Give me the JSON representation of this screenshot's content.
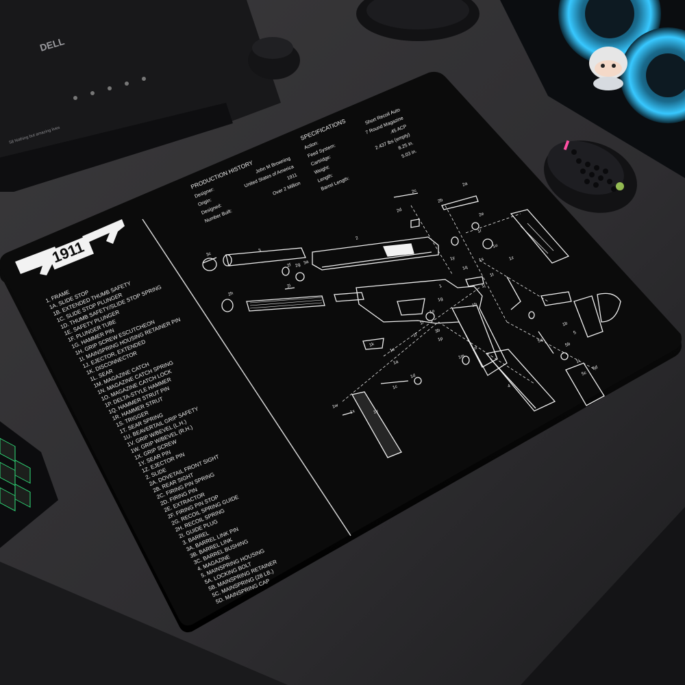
{
  "monitor": {
    "brand": "DELL",
    "label": "58 Nothing but amazing lives"
  },
  "mat": {
    "model": "1911",
    "production": {
      "heading": "PRODUCTION HISTORY",
      "rows": [
        {
          "label": "Designer:",
          "value": "John M Browning"
        },
        {
          "label": "Origin:",
          "value": "United States of America"
        },
        {
          "label": "Designed:",
          "value": "1911"
        },
        {
          "label": "Number Built:",
          "value": "Over 2 Million"
        }
      ]
    },
    "specifications": {
      "heading": "SPECIFICATIONS",
      "rows": [
        {
          "label": "Action:",
          "value": "Short Recoil Auto"
        },
        {
          "label": "Feed System:",
          "value": "7 Round Magazine"
        },
        {
          "label": "Cartridge:",
          "value": ".45 ACP"
        },
        {
          "label": "Weight:",
          "value": "2.437 lbs (empty)"
        },
        {
          "label": "Length:",
          "value": "8.25 in."
        },
        {
          "label": "Barrel Length:",
          "value": "5.03 in."
        }
      ]
    },
    "parts": [
      "1. FRAME",
      "1A. SLIDE STOP",
      "1B. EXTENDED THUMB SAFETY",
      "1C. SLIDE STOP PLUNGER",
      "1D. THUMB SAFETY/SLIDE STOP SPRING",
      "1E. SAFETY PLUNGER",
      "1F. PLUNGER TUBE",
      "1G. HAMMER PIN",
      "1H. GRIP SCREW ESCUTCHEON",
      "1I. MAINSPRING HOUSING RETAINER PIN",
      "1J. EJECTOR, EXTENDED",
      "1K. DISCONNECTOR",
      "1L. SEAR",
      "1M. MAGAZINE CATCH",
      "1N. MAGAZINE CATCH SPRING",
      "1O. MAGAZINE CATCH LOCK",
      "1P. DELTA-STYLE HAMMER",
      "1Q. HAMMER STRUT PIN",
      "1R. HAMMER STRUT",
      "1S. TRIGGER",
      "1T. SEAR SPRING",
      "1U. BEAVERTAIL GRIP SAFETY",
      "1V. GRIP W/BEVEL (L.H.)",
      "1W. GRIP W/BEVEL (R.H.)",
      "1X. GRIP SCREW",
      "1Y. SEAR PIN",
      "1Z. EJECTOR PIN",
      "2. SLIDE",
      "2A. DOVETAIL FRONT SIGHT",
      "2B. REAR SIGHT",
      "2C. FIRING PIN SPRING",
      "2D. FIRING PIN",
      "2E. EXTRACTOR",
      "2F. FIRING PIN STOP",
      "2G. RECOIL SPRING GUIDE",
      "2H. RECOIL SPRING",
      "2I. GUIDE PLUG",
      "3. BARREL",
      "3A. BARREL LINK PIN",
      "3B. BARREL LINK",
      "3C. BARREL BUSHING",
      "4. MAGAZINE",
      "5. MAINSPRING HOUSING",
      "5A. LOCKING BOLT",
      "5B. MAINSPRING RETAINER",
      "5C. MAINSPRING (28 LB.)",
      "5D. MAINSPRING CAP"
    ],
    "callouts": [
      "1",
      "1a",
      "1b",
      "1c",
      "1d",
      "1e",
      "1f",
      "1g",
      "1h",
      "1i",
      "1j",
      "1k",
      "1l",
      "1m",
      "1n",
      "1o",
      "1p",
      "1q",
      "1r",
      "1s",
      "1t",
      "1u",
      "1v",
      "1w",
      "1x",
      "1y",
      "1z",
      "2",
      "2a",
      "2b",
      "2c",
      "2d",
      "2e",
      "2f",
      "2g",
      "2h",
      "2i",
      "3",
      "3a",
      "3b",
      "3c",
      "4",
      "5",
      "5a",
      "5b",
      "5c",
      "5d"
    ]
  },
  "colors": {
    "desk": "#2a2a2c",
    "mat": "#0b0b0b",
    "ink": "#f2f2f2",
    "fan_glow": "#38c8ff"
  }
}
